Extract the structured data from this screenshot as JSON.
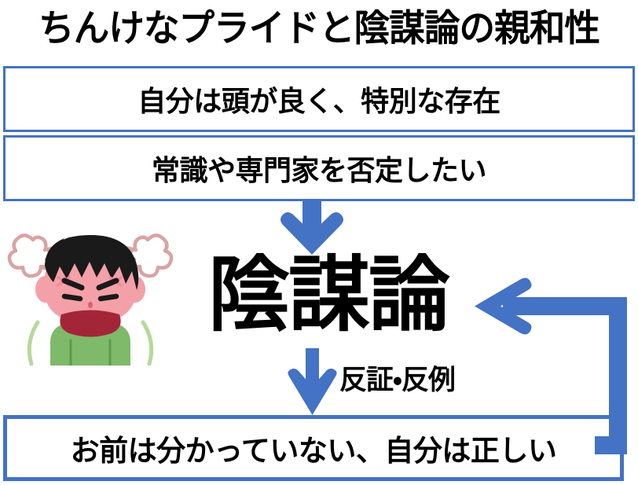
{
  "diagram": {
    "title": "ちんけなプライドと陰謀論の親和性",
    "boxes": {
      "belief": "自分は頭が良く、特別な存在",
      "deny": "常識や専門家を否定したい",
      "retort": "お前は分かっていない、自分は正しい"
    },
    "keyword": "陰謀論",
    "refute_label": "反証・反例",
    "illustration": {
      "name": "angry-shouting-boy",
      "hair_color": "#1a1a1a",
      "skin_color": "#f4a0a8",
      "skin_shade_color": "#ef8b95",
      "mouth_color": "#a32638",
      "shirt_color": "#7fb96a",
      "shirt_line_color": "#5e9a4d",
      "steam_color": "#d9a3a3",
      "motion_color": "#b5d99a"
    },
    "colors": {
      "accent": "#4472c4",
      "box_border": "#4472c4",
      "text": "#000000",
      "background": "#ffffff"
    },
    "arrows": [
      {
        "name": "deny-to-keyword",
        "direction": "down",
        "label": ""
      },
      {
        "name": "keyword-to-retort",
        "direction": "down",
        "label": "反証・反例"
      },
      {
        "name": "retort-to-keyword",
        "direction": "left",
        "label": ""
      }
    ]
  }
}
